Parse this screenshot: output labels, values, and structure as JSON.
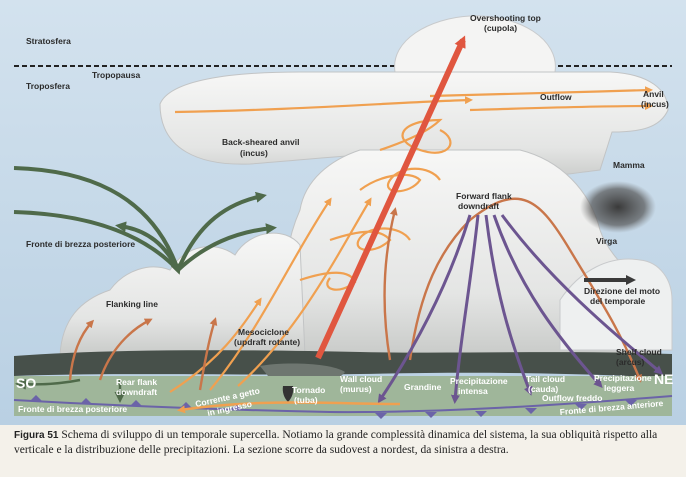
{
  "labels": {
    "stratosphere": "Stratosfera",
    "tropopause": "Tropopausa",
    "troposphere": "Troposfera",
    "overshooting_top_1": "Overshooting top",
    "overshooting_top_2": "(cupola)",
    "outflow": "Outflow",
    "anvil_1": "Anvil",
    "anvil_2": "(incus)",
    "back_sheared_1": "Back-sheared anvil",
    "back_sheared_2": "(incus)",
    "mamma": "Mamma",
    "forward_flank_1": "Forward flank",
    "forward_flank_2": "downdraft",
    "virga": "Virga",
    "rear_breeze_front": "Fronte di brezza posteriore",
    "flanking_line": "Flanking line",
    "direction_1": "Direzione del moto",
    "direction_2": "del temporale",
    "mesocyclone_1": "Mesociclone",
    "mesocyclone_2": "(updraft rotante)",
    "shelf_cloud_1": "Shelf cloud",
    "shelf_cloud_2": "(arcus)",
    "so": "SO",
    "ne": "NE",
    "rear_flank_1": "Rear flank",
    "rear_flank_2": "downdraft",
    "wall_cloud_1": "Wall cloud",
    "wall_cloud_2": "(murus)",
    "hail": "Grandine",
    "intense_precip_1": "Precipitazione",
    "intense_precip_2": "intensa",
    "tail_cloud_1": "Tail cloud",
    "tail_cloud_2": "(cauda)",
    "light_precip_1": "Precipitazione",
    "light_precip_2": "leggera",
    "tornado_1": "Tornado",
    "tornado_2": "(tuba)",
    "inflow_1": "Corrente a getto",
    "inflow_2": "in ingresso",
    "cold_outflow": "Outflow freddo",
    "rear_breeze_front_ground": "Fronte di brezza posteriore",
    "forward_breeze_front": "Fronte di brezza anteriore"
  },
  "caption": {
    "figure": "Figura 51",
    "text": "Schema di sviluppo di un temporale supercella. Notiamo la grande complessità dinamica del sistema, la sua obliquità rispetto alla verticale e la distribuzione delle precipitazioni. La sezione scorre da sudovest a nordest, da sinistra a destra."
  },
  "colors": {
    "sky_top": "#cfe0ee",
    "sky_bottom": "#b7cfe3",
    "cloud": "#f2f3f4",
    "ground": "#9fb69a",
    "warm_arrow": "#f0a050",
    "updraft": "#e0563f",
    "downdraft": "#6c5590",
    "rear_arrow": "#4f6a4a",
    "front_line": "#6b63a8"
  }
}
